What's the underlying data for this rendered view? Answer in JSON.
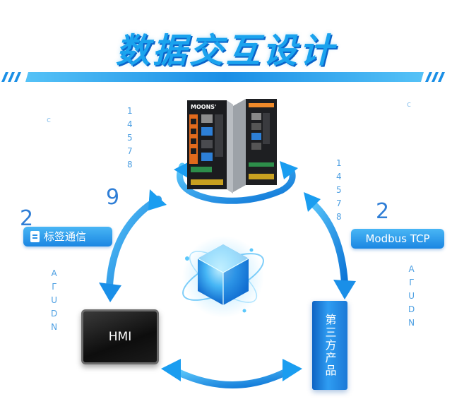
{
  "title": "数据交互设计",
  "nodes": {
    "hmi_label": "HMI",
    "third_party_label": "第三方产品",
    "device_brand": "MOONS'"
  },
  "badges": {
    "left": "标签通信",
    "right": "Modbus TCP"
  },
  "decor": {
    "left_big_top": "9",
    "left_big_bottom": "2",
    "right_big": "2",
    "col_top_left": [
      "1",
      "4",
      "5",
      "7",
      "8"
    ],
    "col_top_right": [
      "1",
      "4",
      "5",
      "7",
      "8"
    ],
    "col_bottom_left": [
      "A",
      "Γ",
      "U",
      "D",
      "N"
    ],
    "col_bottom_right": [
      "A",
      "Γ",
      "U",
      "D",
      "N"
    ],
    "tiny_left": "c",
    "tiny_right": "c"
  },
  "colors": {
    "arrow": "#1a9df0",
    "arrow_dark": "#0b6fd0",
    "title": "#1aa3ee"
  }
}
